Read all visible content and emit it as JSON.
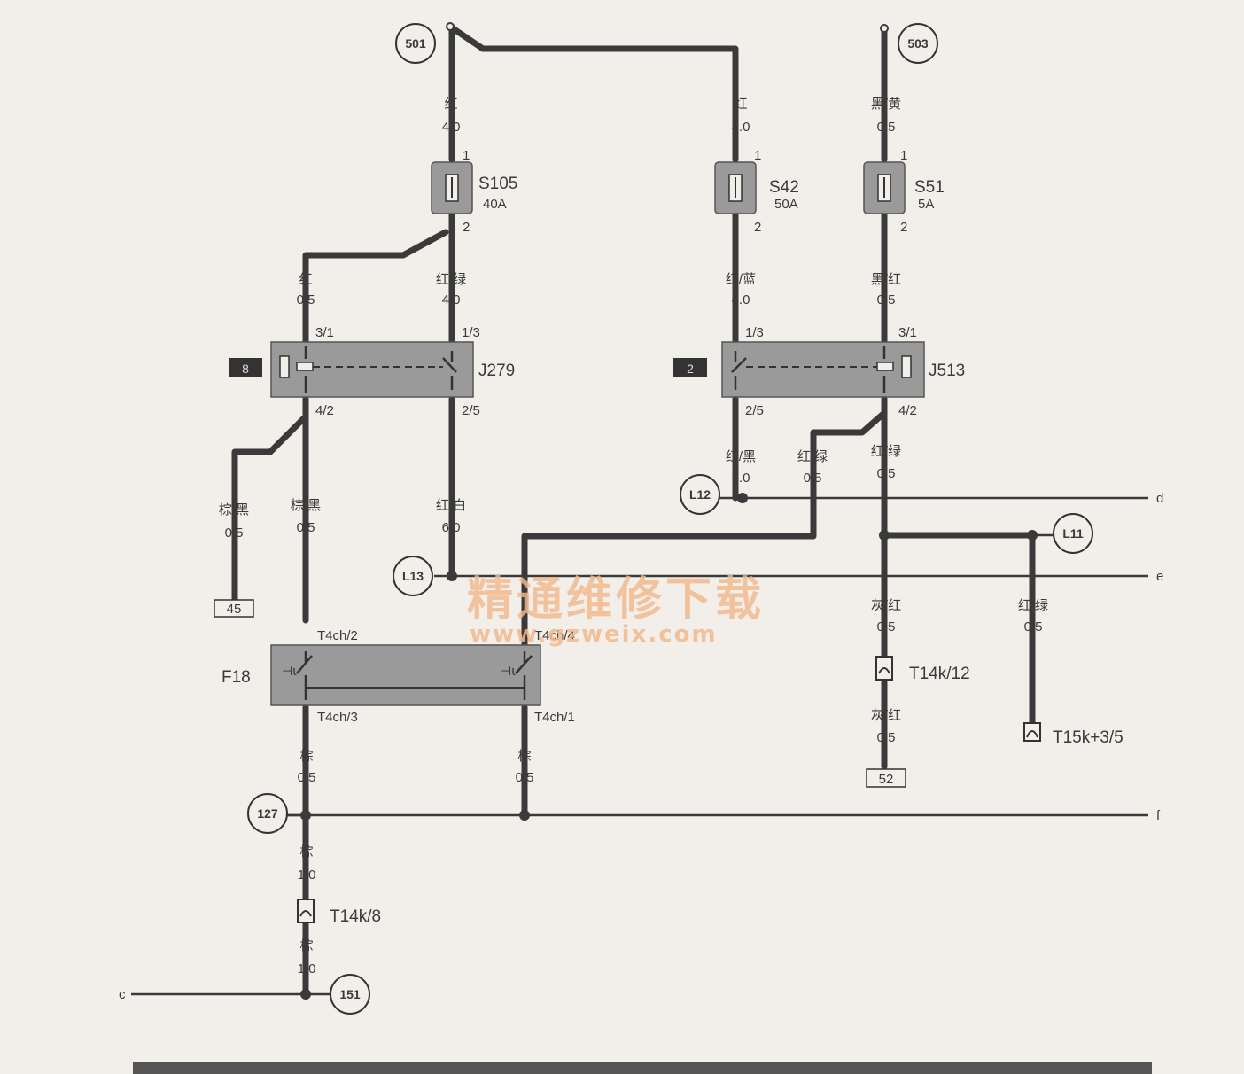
{
  "bubbles": {
    "b501": "501",
    "b503": "503",
    "L12": "L12",
    "L13": "L13",
    "L11": "L11",
    "b127": "127",
    "b151": "151"
  },
  "fuses": {
    "S105": {
      "name": "S105",
      "rating": "40A"
    },
    "S42": {
      "name": "S42",
      "rating": "50A"
    },
    "S51": {
      "name": "S51",
      "rating": "5A"
    }
  },
  "relays": {
    "J279": {
      "name": "J279",
      "tag": "8"
    },
    "J513": {
      "name": "J513",
      "tag": "2"
    }
  },
  "sensor": {
    "name": "F18"
  },
  "pins": {
    "one": "1",
    "two": "2",
    "p31": "3/1",
    "p13": "1/3",
    "p42": "4/2",
    "p25": "2/5",
    "t4ch2": "T4ch/2",
    "t4ch4": "T4ch/4",
    "t4ch3": "T4ch/3",
    "t4ch1": "T4ch/1"
  },
  "wires": {
    "w1": {
      "color": "红",
      "size": "4.0"
    },
    "w2": {
      "color": "红",
      "size": "4.0"
    },
    "w3": {
      "color": "黑/黄",
      "size": "0.5"
    },
    "w4": {
      "color": "红",
      "size": "0.5"
    },
    "w5": {
      "color": "红/绿",
      "size": "4.0"
    },
    "w6": {
      "color": "红/蓝",
      "size": "4.0"
    },
    "w7": {
      "color": "黑/红",
      "size": "0.5"
    },
    "w8": {
      "color": "棕/黑",
      "size": "0.5"
    },
    "w9": {
      "color": "棕/黑",
      "size": "0.5"
    },
    "w10": {
      "color": "红/白",
      "size": "6.0"
    },
    "w11": {
      "color": "红/黑",
      "size": "6.0"
    },
    "w12": {
      "color": "红/绿",
      "size": "0.5"
    },
    "w13": {
      "color": "红/绿",
      "size": "0.5"
    },
    "w14": {
      "color": "灰/红",
      "size": "0.5"
    },
    "w15": {
      "color": "红/绿",
      "size": "0.5"
    },
    "w16": {
      "color": "灰/红",
      "size": "0.5"
    },
    "w17": {
      "color": "棕",
      "size": "0.5"
    },
    "w18": {
      "color": "棕",
      "size": "0.5"
    },
    "w19": {
      "color": "棕",
      "size": "1.0"
    },
    "w20": {
      "color": "棕",
      "size": "1.0"
    }
  },
  "connectors": {
    "T14k12": "T14k/12",
    "T15k": "T15k+3/5",
    "T14k8": "T14k/8"
  },
  "refboxes": {
    "r45": "45",
    "r52": "52"
  },
  "edge": {
    "c": "c",
    "d": "d",
    "e": "e",
    "f": "f"
  },
  "watermark": {
    "cn": "精通维修下载",
    "url": "www.gzweix.com"
  },
  "colors": {
    "wire": "#3c3c3c",
    "component": "#9a9a9a",
    "paper": "#f2efea",
    "watermark": "#f2b98c"
  }
}
